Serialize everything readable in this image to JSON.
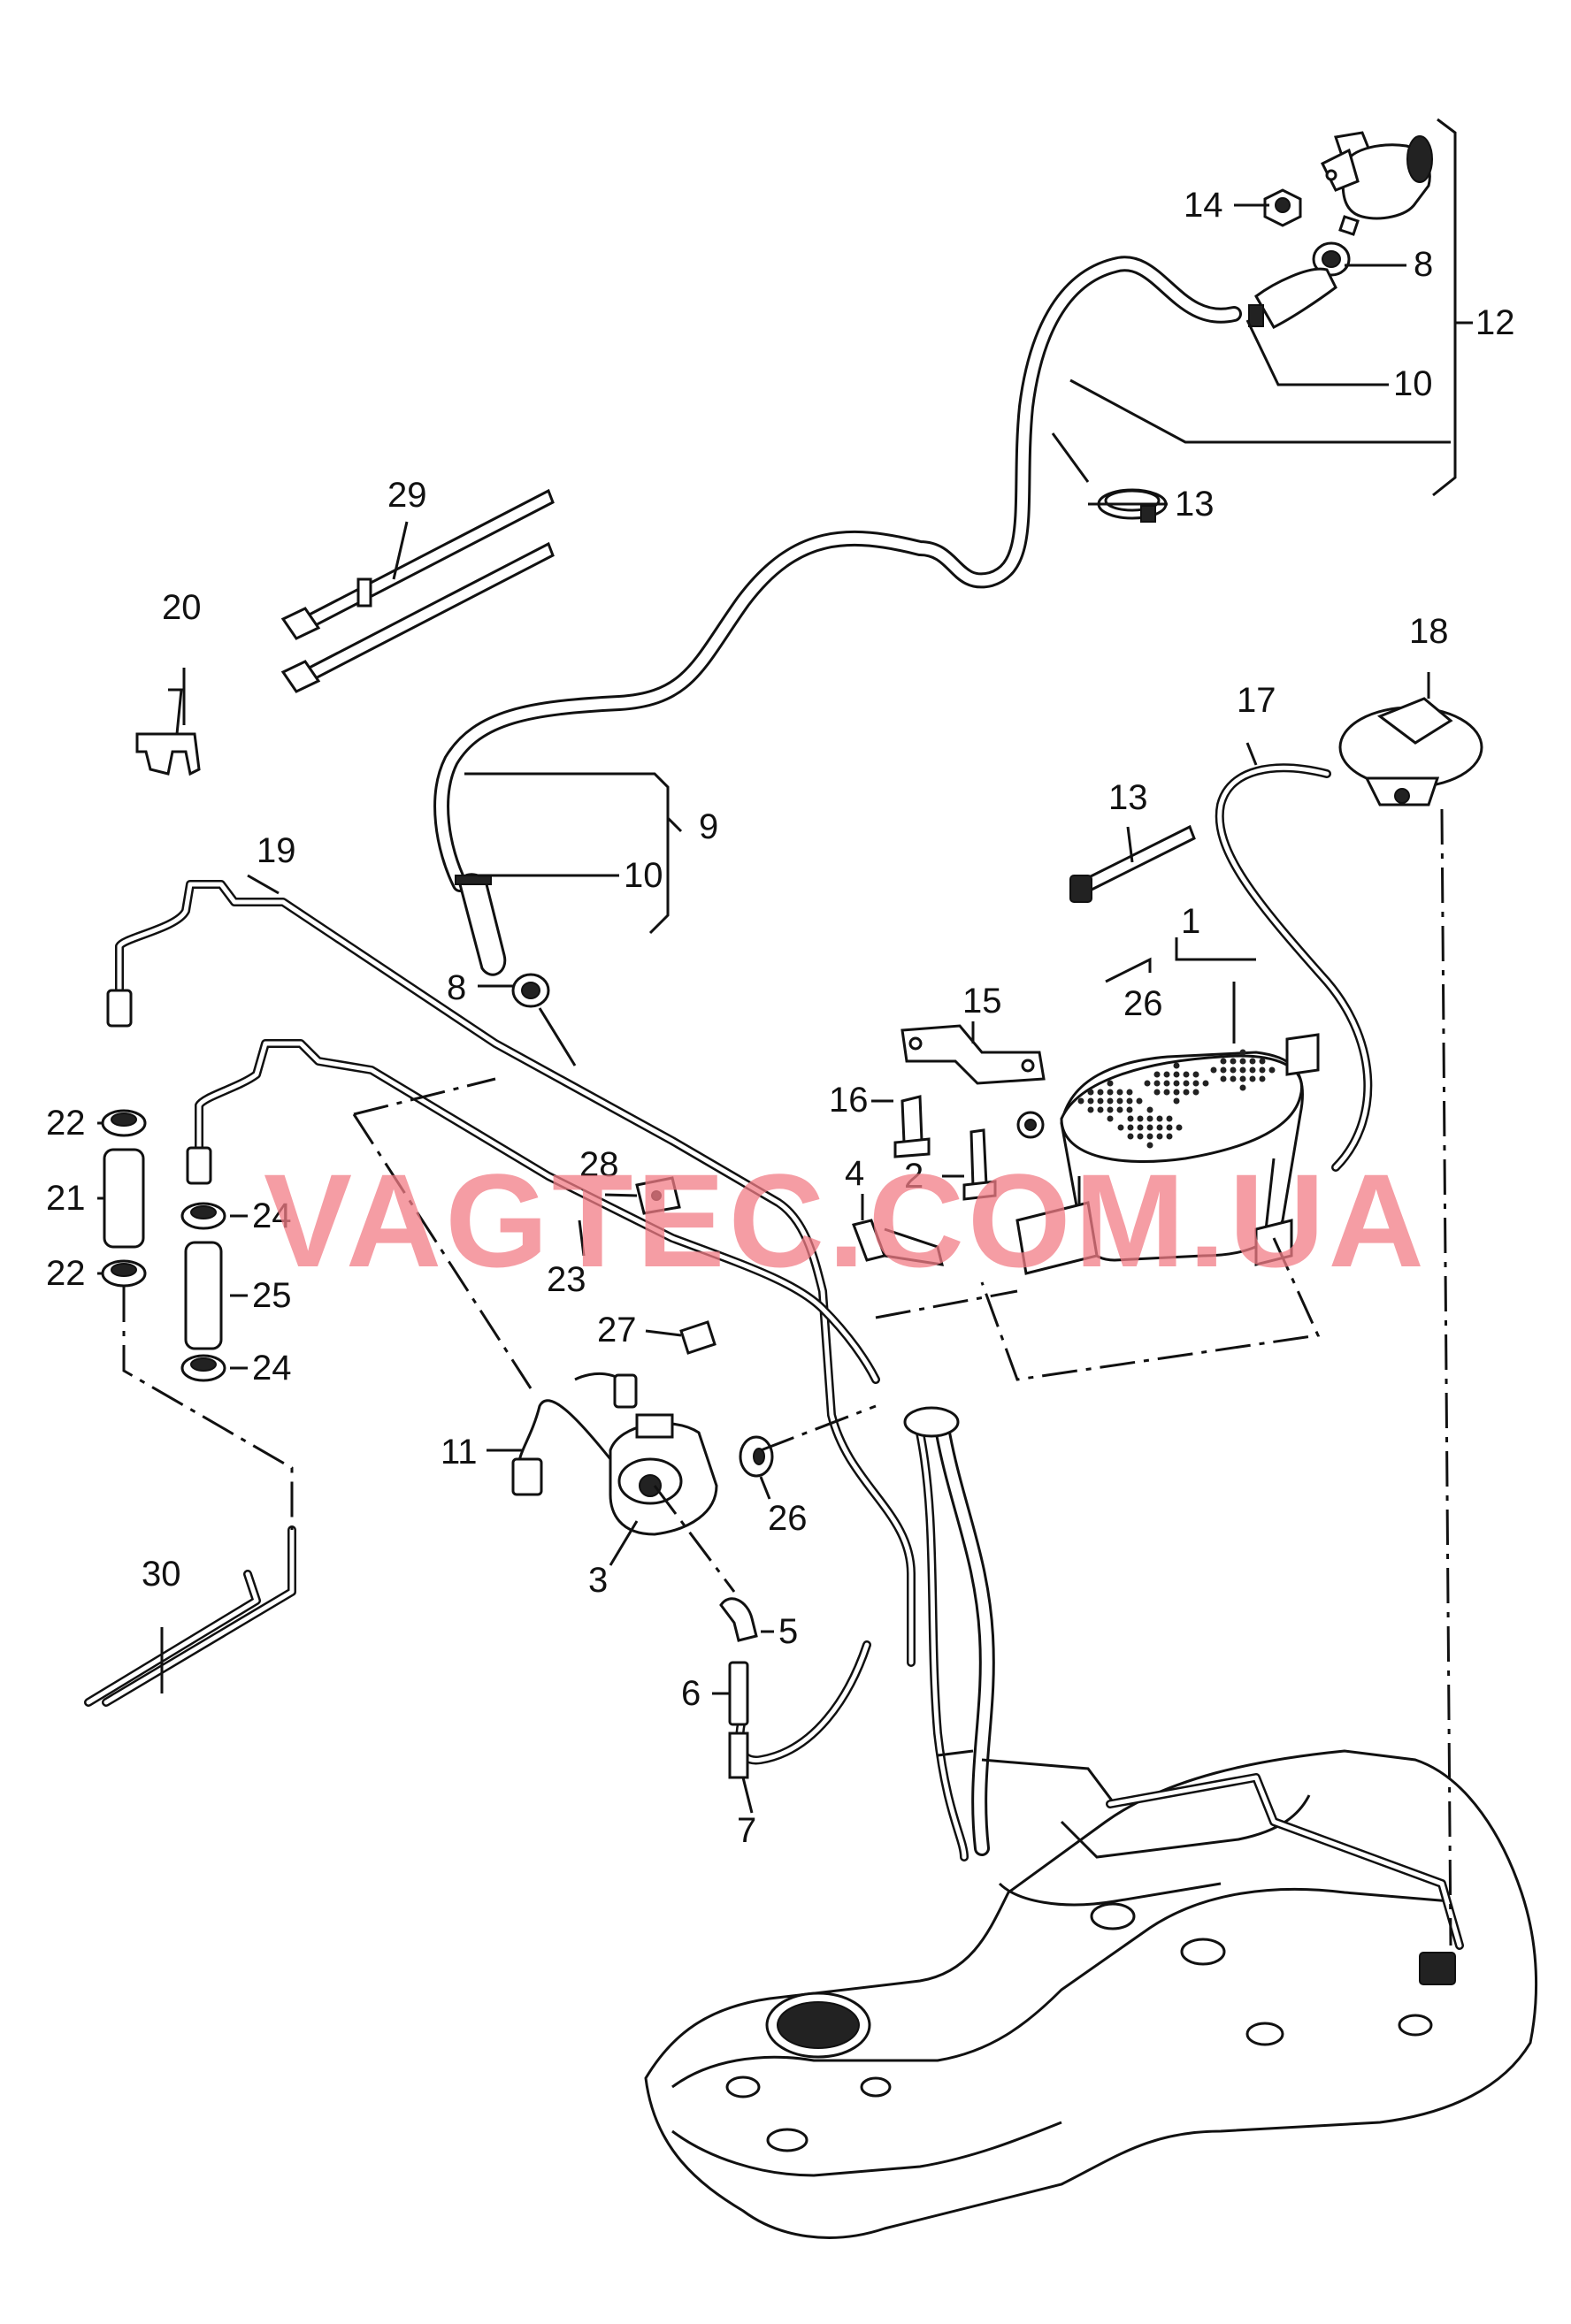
{
  "watermark": {
    "text": "VAGTEC.COM.UA",
    "color": "#f27c86"
  },
  "callouts": [
    {
      "id": "c1",
      "text": "1"
    },
    {
      "id": "c2",
      "text": "2"
    },
    {
      "id": "c3",
      "text": "3"
    },
    {
      "id": "c4",
      "text": "4"
    },
    {
      "id": "c5",
      "text": "5"
    },
    {
      "id": "c6",
      "text": "6"
    },
    {
      "id": "c7",
      "text": "7"
    },
    {
      "id": "c8a",
      "text": "8"
    },
    {
      "id": "c8b",
      "text": "8"
    },
    {
      "id": "c9",
      "text": "9"
    },
    {
      "id": "c10a",
      "text": "10"
    },
    {
      "id": "c10b",
      "text": "10"
    },
    {
      "id": "c11",
      "text": "11"
    },
    {
      "id": "c12",
      "text": "12"
    },
    {
      "id": "c13a",
      "text": "13"
    },
    {
      "id": "c13b",
      "text": "13"
    },
    {
      "id": "c14",
      "text": "14"
    },
    {
      "id": "c15",
      "text": "15"
    },
    {
      "id": "c16",
      "text": "16"
    },
    {
      "id": "c17",
      "text": "17"
    },
    {
      "id": "c18",
      "text": "18"
    },
    {
      "id": "c19",
      "text": "19"
    },
    {
      "id": "c20",
      "text": "20"
    },
    {
      "id": "c21",
      "text": "21"
    },
    {
      "id": "c22a",
      "text": "22"
    },
    {
      "id": "c22b",
      "text": "22"
    },
    {
      "id": "c23",
      "text": "23"
    },
    {
      "id": "c24a",
      "text": "24"
    },
    {
      "id": "c24b",
      "text": "24"
    },
    {
      "id": "c25",
      "text": "25"
    },
    {
      "id": "c26a",
      "text": "26"
    },
    {
      "id": "c26b",
      "text": "26"
    },
    {
      "id": "c27",
      "text": "27"
    },
    {
      "id": "c28",
      "text": "28"
    },
    {
      "id": "c29",
      "text": "29"
    },
    {
      "id": "c30",
      "text": "30"
    }
  ]
}
